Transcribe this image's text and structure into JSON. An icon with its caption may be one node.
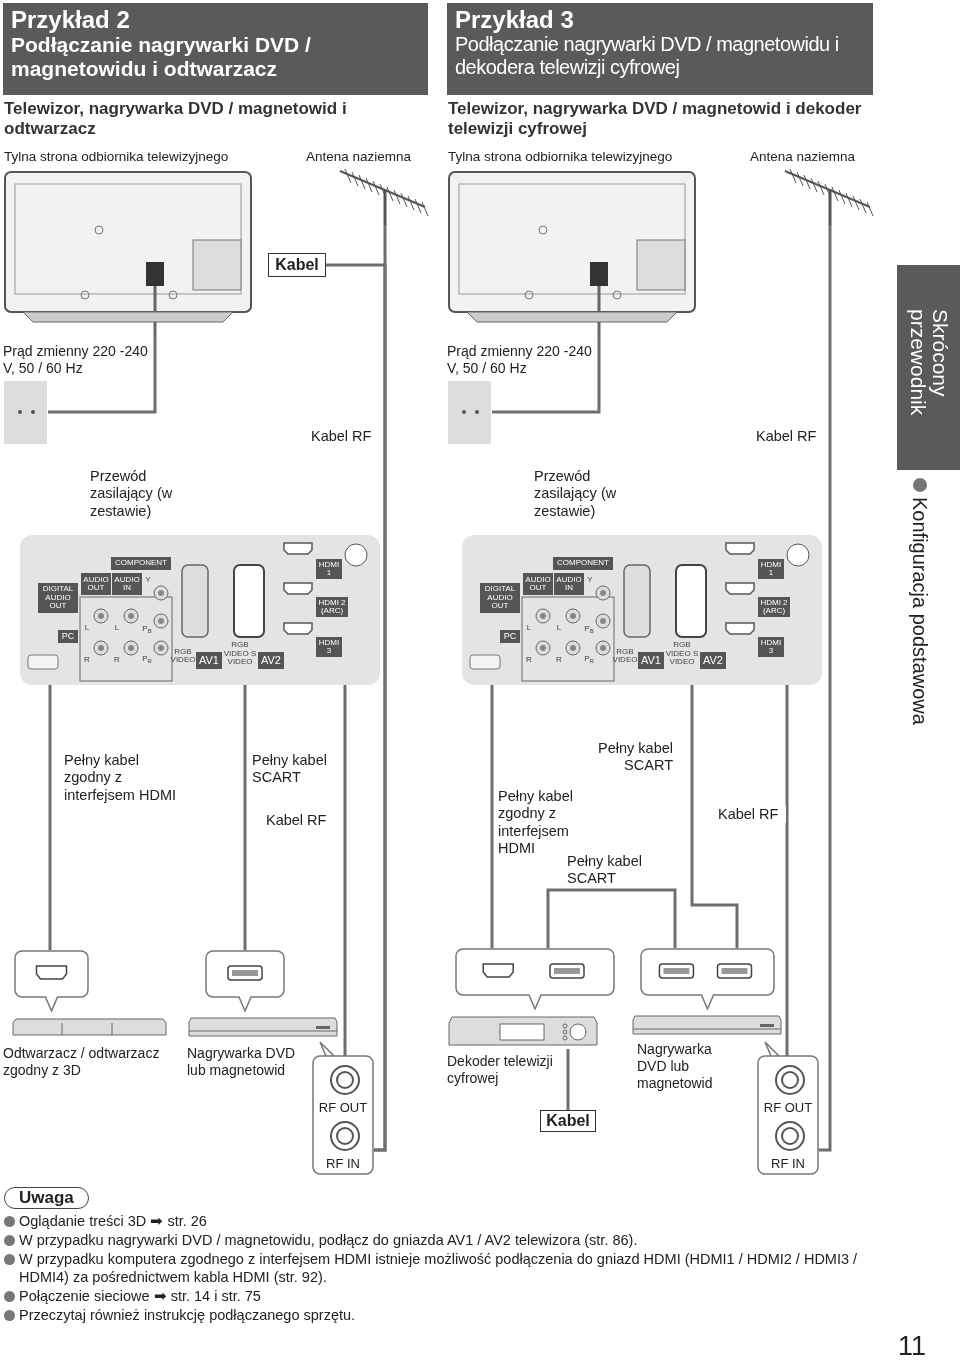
{
  "diagram": {
    "nodes": [
      {
        "text": [
          "Przykład 2",
          "Podłączanie nagrywarki DVD / magnetowidu i odtwarzacz"
        ]
      },
      {
        "text": [],
        "shape": "picture",
        "beside": [
          "Tylna strona odbiornika telewizyjnego"
        ]
      },
      {
        "text": [],
        "shape": "picture",
        "beside": [
          "Antena naziemna"
        ]
      },
      {
        "text": [
          "Kabel"
        ]
      },
      {
        "text": [],
        "shape": "picture",
        "beside": [
          "Prąd zmienny 220 -240 V, 50 / 60 Hz"
        ]
      },
      {
        "text": [
          "DIGITAL AUDIO OUT",
          "PC",
          "AUDIO OUT",
          "COMPONENT",
          "AUDIO IN",
          "Y",
          "L",
          "R",
          "L",
          "R",
          "P$_{B}$",
          "P$_{R}$",
          "RGB VIDEO",
          "AV1",
          "RGB VIDEO S VIDEO",
          "AV2",
          "HDMI 1",
          "HDMI 2 (ARC)",
          "HDMI 3"
        ]
      },
      {
        "text": [],
        "shape": "picture"
      },
      {
        "text": [],
        "shape": "picture",
        "beside": [
          "Odtwarzacz / odtwarzacz zgodny z 3D"
        ]
      },
      {
        "text": [],
        "shape": "picture"
      },
      {
        "text": [],
        "shape": "picture",
        "beside": [
          "Nagrywarka DVD lub magnetowid"
        ]
      },
      {
        "text": [
          "RF OUT",
          "RF IN"
        ]
      },
      {
        "text": [
          "Przykład 3",
          "Podłączanie nagrywarki DVD / magnetowidu i dekodera telewizji cyfrowej"
        ]
      },
      {
        "text": [],
        "shape": "picture",
        "beside": [
          "Tylna strona odbiornika telewizyjnego"
        ]
      },
      {
        "text": [],
        "shape": "picture",
        "beside": [
          "Antena naziemna"
        ]
      },
      {
        "text": [],
        "shape": "picture",
        "beside": [
          "Prąd zmienny 220 -240 V, 50 / 60 Hz"
        ]
      },
      {
        "text": [
          "DIGITAL AUDIO OUT",
          "PC",
          "AUDIO OUT",
          "COMPONENT",
          "AUDIO IN",
          "Y",
          "L",
          "R",
          "L",
          "R",
          "P$_{B}$",
          "P$_{R}$",
          "RGB VIDEO",
          "AV1",
          "RGB VIDEO S VIDEO",
          "AV2",
          "HDMI 1",
          "HDMI 2 (ARC)",
          "HDMI 3"
        ]
      },
      {
        "text": [],
        "shape": "picture"
      },
      {
        "text": [],
        "shape": "picture",
        "beside": [
          "Dekoder telewizji cyfrowej"
        ]
      },
      {
        "text": [
          "Kabel"
        ]
      },
      {
        "text": [],
        "shape": "picture"
      },
      {
        "text": [],
        "shape": "picture",
        "beside": [
          "Nagrywarka DVD lub magnetowid"
        ]
      },
      {
        "text": [
          "RF OUT",
          "RF IN"
        ]
      },
      {
        "text": [
          "Skrócony przewodnik"
        ]
      }
    ],
    "edges": [
      {
        "from": 1,
        "to": 4,
        "arrow": "none",
        "label": "Przewód zasilający (w zestawie)"
      },
      {
        "from": 5,
        "to": 6,
        "arrow": "none",
        "label": "Pełny kabel zgodny z interfejsem HDMI"
      },
      {
        "from": 5,
        "to": 8,
        "arrow": "none",
        "label": "Pełny kabel SCART"
      },
      {
        "from": 5,
        "to": 10,
        "arrow": "none",
        "label": "Kabel RF"
      },
      {
        "from": 2,
        "to": 10,
        "arrow": "none",
        "label": "Kabel RF"
      },
      {
        "from": 3,
        "to": 10,
        "arrow": "none"
      },
      {
        "from": 12,
        "to": 14,
        "arrow": "none",
        "label": "Przewód zasilający (w zestawie)"
      },
      {
        "from": 15,
        "to": 16,
        "arrow": "none",
        "label": "Pełny kabel zgodny z interfejsem HDMI"
      },
      {
        "from": 15,
        "to": 19,
        "arrow": "none",
        "label": "Pełny kabel SCART"
      },
      {
        "from": 16,
        "to": 19,
        "arrow": "none",
        "label": "Pełny kabel SCART"
      },
      {
        "from": 15,
        "to": 21,
        "arrow": "none",
        "label": "Kabel RF"
      },
      {
        "from": 13,
        "to": 21,
        "arrow": "none",
        "label": "Kabel RF"
      },
      {
        "from": 17,
        "to": 18,
        "arrow": "none"
      }
    ],
    "labels": [
      "Telewizor, nagrywarka DVD / magnetowid i odtwarzacz",
      "Telewizor, nagrywarka DVD / magnetowid i dekoder telewizji cyfrowej",
      "Konfiguracja podstawowa",
      "Uwaga",
      "Oglądanie treści 3D ➡ str. 26",
      "W przypadku nagrywarki DVD / magnetowidu, podłącz do gniazda AV1 / AV2 telewizora (str. 86).",
      "W przypadku komputera zgodnego z interfejsem HDMI istnieje możliwość podłączenia do gniazd HDMI (HDMI1 / HDMI2 / HDMI3 / HDMI4) za pośrednictwem kabla HDMI (str. 92).",
      "Połączenie sieciowe ➡ str. 14 i str. 75",
      "Przeczytaj również instrukcję podłączanego sprzętu.",
      "11"
    ]
  }
}
